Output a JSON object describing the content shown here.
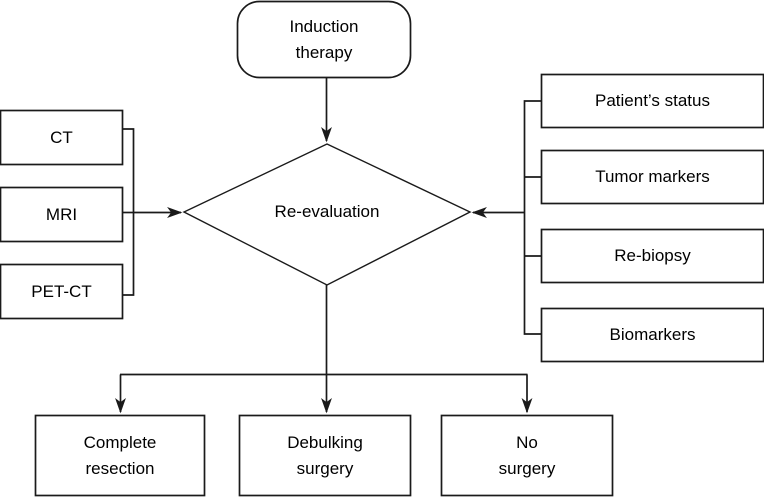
{
  "diagram": {
    "title": "Induction therapy re-evaluation flowchart",
    "type": "flowchart",
    "stroke_color": "#1a1a1a",
    "fill_color": "#ffffff",
    "text_color": "#000000"
  },
  "nodes": {
    "start": {
      "label": "Induction\ntherapy",
      "shape": "rounded-rectangle"
    },
    "decision": {
      "label": "Re-evaluation",
      "shape": "diamond"
    },
    "imaging_inputs": [
      {
        "label": "CT",
        "shape": "rectangle"
      },
      {
        "label": "MRI",
        "shape": "rectangle"
      },
      {
        "label": "PET-CT",
        "shape": "rectangle"
      }
    ],
    "clinical_inputs": [
      {
        "label": "Patient’s status",
        "shape": "rectangle"
      },
      {
        "label": "Tumor markers",
        "shape": "rectangle"
      },
      {
        "label": "Re-biopsy",
        "shape": "rectangle"
      },
      {
        "label": "Biomarkers",
        "shape": "rectangle"
      }
    ],
    "outcomes": [
      {
        "label": "Complete\nresection",
        "shape": "rectangle"
      },
      {
        "label": "Debulking\nsurgery",
        "shape": "rectangle"
      },
      {
        "label": "No\nsurgery",
        "shape": "rectangle"
      }
    ]
  },
  "edges": [
    {
      "from": "Induction therapy",
      "to": "Re-evaluation",
      "direction": "down",
      "arrow": true
    },
    {
      "from": "CT / MRI / PET-CT",
      "to": "Re-evaluation",
      "direction": "right",
      "arrow": true
    },
    {
      "from": "Patient’s status / Tumor markers / Re-biopsy / Biomarkers",
      "to": "Re-evaluation",
      "direction": "left",
      "arrow": true
    },
    {
      "from": "Re-evaluation",
      "to": "Complete resection",
      "direction": "down",
      "arrow": true
    },
    {
      "from": "Re-evaluation",
      "to": "Debulking surgery",
      "direction": "down",
      "arrow": true
    },
    {
      "from": "Re-evaluation",
      "to": "No surgery",
      "direction": "down",
      "arrow": true
    }
  ]
}
